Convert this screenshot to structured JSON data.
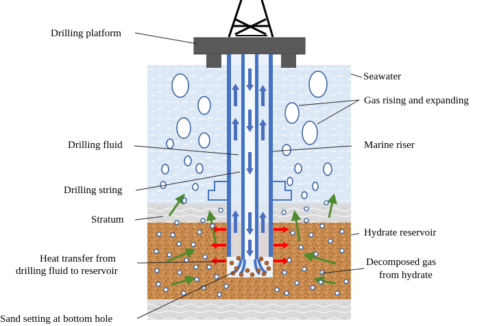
{
  "labels": {
    "drilling_platform": "Drilling platform",
    "seawater": "Seawater",
    "gas_rising": "Gas rising and expanding",
    "drilling_fluid": "Drilling fluid",
    "marine_riser": "Marine riser",
    "drilling_string": "Drilling string",
    "stratum": "Stratum",
    "hydrate_reservoir": "Hydrate reservoir",
    "heat_transfer_line1": "Heat transfer from",
    "heat_transfer_line2": "drilling fluid to reservoir",
    "decomposed_gas_line1": "Decomposed gas",
    "decomposed_gas_line2": "from hydrate",
    "sand_setting": "Sand setting at bottom hole"
  },
  "colors": {
    "seawater": "#dbe8f5",
    "stratum": "#d9d9d9",
    "reservoir": "#c98a4e",
    "pipe": "#4472c4",
    "flow_arrow": "#4a6fc0",
    "heat_arrow": "#ff0000",
    "gas_arrow": "#4e8a2e",
    "platform": "#595959",
    "sand_grain": "#b5652a"
  }
}
